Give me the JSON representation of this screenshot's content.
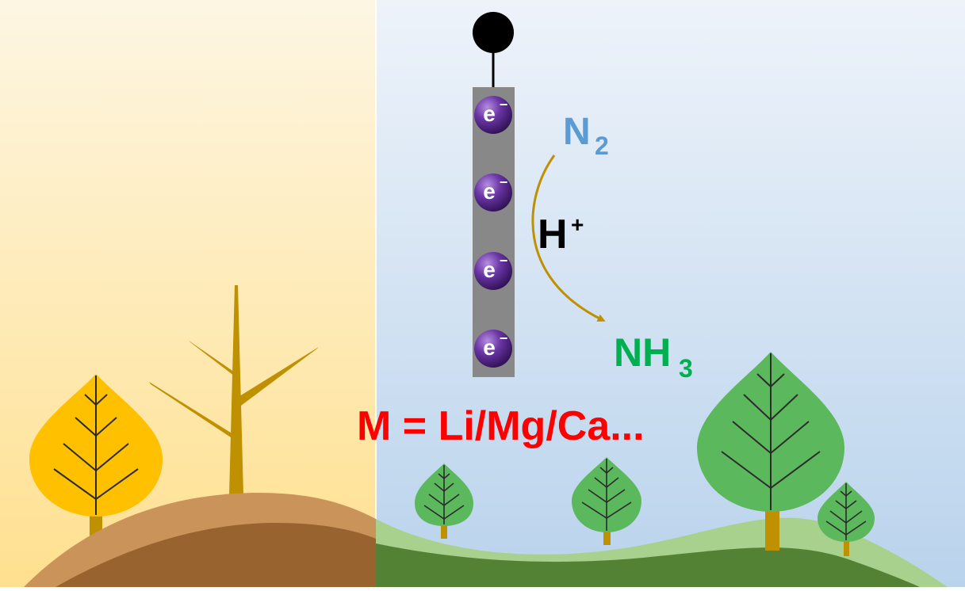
{
  "labels": {
    "electron": "e",
    "electron_charge": "−",
    "n2": "N",
    "n2_sub": "2",
    "proton": "H",
    "proton_charge": "+",
    "nh3": "NH",
    "nh3_sub": "3",
    "metal_formula": "M = Li/Mg/Ca..."
  },
  "colors": {
    "left_sky_top": "#fdf6e3",
    "left_sky_bottom": "#ffe08f",
    "right_sky_top": "#eef3fa",
    "right_sky_bottom": "#b9d3ec",
    "electrode": "#888888",
    "electron": "#5b2a8e",
    "n2": "#5b9bd5",
    "nh3": "#00b050",
    "arrow": "#bf9000",
    "metal_formula": "#ff0000",
    "dry_hill_light": "#c9935a",
    "dry_hill_dark": "#98632f",
    "green_hill_light": "#a9d18e",
    "green_hill_dark": "#548235",
    "yellow_tree": "#ffc000",
    "dead_tree": "#bf9000",
    "green_tree": "#5cb85c",
    "trunk": "#bf9000"
  }
}
